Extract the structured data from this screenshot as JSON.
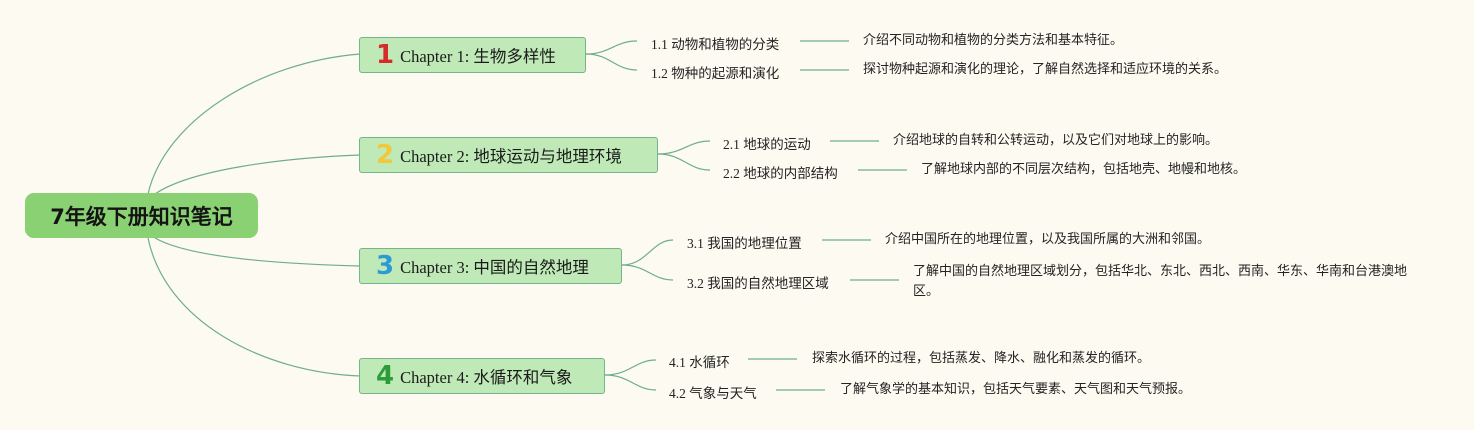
{
  "root": {
    "title": "7年级下册知识笔记"
  },
  "chapters": [
    {
      "number": "1",
      "number_color": "#d62b2b",
      "label": "Chapter 1: 生物多样性",
      "topics": [
        {
          "label": "1.1 动物和植物的分类",
          "description": "介绍不同动物和植物的分类方法和基本特征。"
        },
        {
          "label": "1.2 物种的起源和演化",
          "description": "探讨物种起源和演化的理论，了解自然选择和适应环境的关系。"
        }
      ]
    },
    {
      "number": "2",
      "number_color": "#f0c93a",
      "label": "Chapter 2: 地球运动与地理环境",
      "topics": [
        {
          "label": "2.1 地球的运动",
          "description": "介绍地球的自转和公转运动，以及它们对地球上的影响。"
        },
        {
          "label": "2.2 地球的内部结构",
          "description": "了解地球内部的不同层次结构，包括地壳、地幔和地核。"
        }
      ]
    },
    {
      "number": "3",
      "number_color": "#2b9bd6",
      "label": "Chapter 3: 中国的自然地理",
      "topics": [
        {
          "label": "3.1 我国的地理位置",
          "description": "介绍中国所在的地理位置，以及我国所属的大洲和邻国。"
        },
        {
          "label": "3.2 我国的自然地理区域",
          "description": "了解中国的自然地理区域划分，包括华北、东北、西北、西南、华东、华南和台港澳地区。"
        }
      ]
    },
    {
      "number": "4",
      "number_color": "#2c9c3a",
      "label": "Chapter 4: 水循环和气象",
      "topics": [
        {
          "label": "4.1 水循环",
          "description": "探索水循环的过程，包括蒸发、降水、融化和蒸发的循环。"
        },
        {
          "label": "4.2 气象与天气",
          "description": "了解气象学的基本知识，包括天气要素、天气图和天气预报。"
        }
      ]
    }
  ],
  "colors": {
    "connector": "#6fae8a",
    "background": "#fcfaf1",
    "root_fill": "#8ad173",
    "chapter_fill": "#bfe9b6"
  }
}
